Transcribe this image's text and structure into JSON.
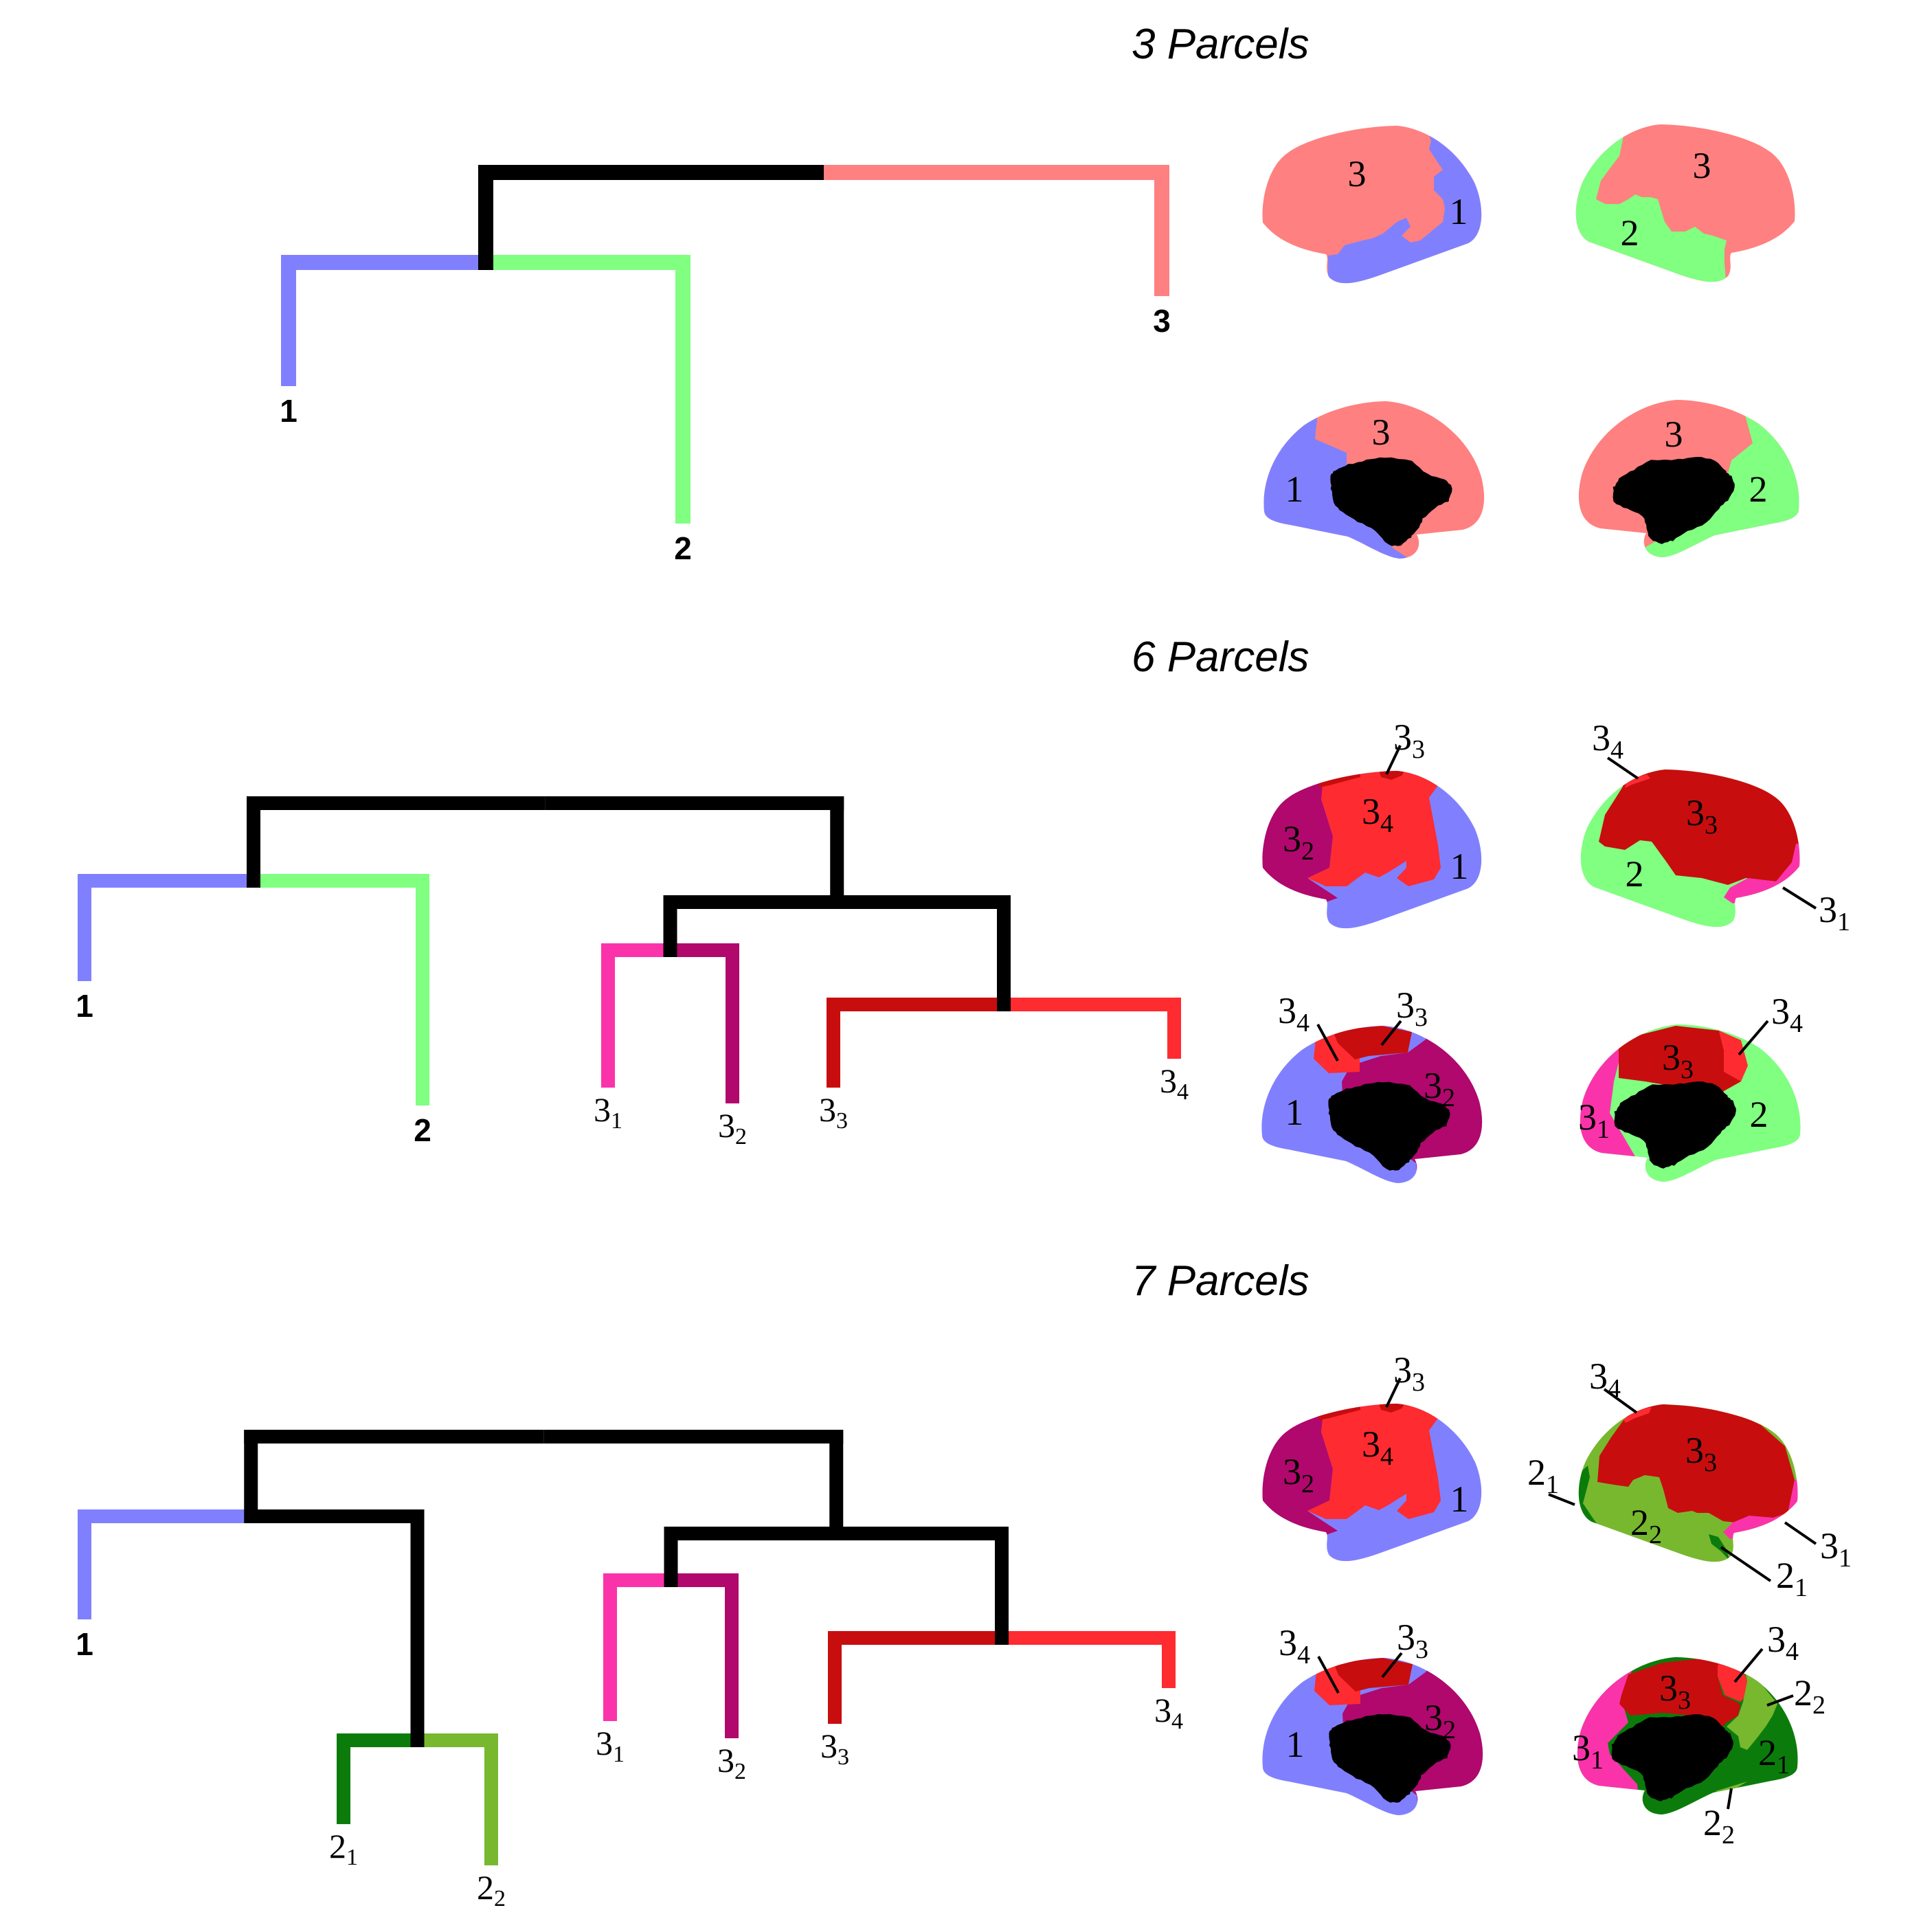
{
  "colors": {
    "1": "#8080ff",
    "2": "#80ff80",
    "3": "#ff8080",
    "2_1": "#0b7c0b",
    "2_2": "#77b82f",
    "3_1": "#fb33ab",
    "3_2": "#b0086c",
    "3_3": "#c80d0f",
    "3_4": "#fe2b30",
    "internal": "#000000",
    "medial_wall": "#000000"
  },
  "sections": [
    {
      "title": "3 Parcels",
      "dendrogram": {
        "height_units": "relative linkage height (unlabelled axis)",
        "leaves": [
          {
            "id": "1",
            "label": "1",
            "sub": "",
            "tip_height": 2.38
          },
          {
            "id": "2",
            "label": "2",
            "sub": "",
            "tip_height": 0.38
          },
          {
            "id": "3",
            "label": "3",
            "sub": "",
            "tip_height": 3.69
          }
        ],
        "merges": [
          {
            "id": "a",
            "children": [
              "1",
              "2"
            ],
            "height": 4.18
          },
          {
            "id": "root",
            "children": [
              "a",
              "3"
            ],
            "height": 5.49
          }
        ]
      },
      "brains": [
        {
          "view": "lateral-left",
          "labels": [
            {
              "text": "3",
              "sub": ""
            },
            {
              "text": "1",
              "sub": ""
            }
          ]
        },
        {
          "view": "lateral-right",
          "labels": [
            {
              "text": "3",
              "sub": ""
            },
            {
              "text": "2",
              "sub": ""
            }
          ]
        },
        {
          "view": "medial-left",
          "labels": [
            {
              "text": "3",
              "sub": ""
            },
            {
              "text": "1",
              "sub": ""
            }
          ]
        },
        {
          "view": "medial-right",
          "labels": [
            {
              "text": "3",
              "sub": ""
            },
            {
              "text": "2",
              "sub": ""
            }
          ]
        }
      ]
    },
    {
      "title": "6 Parcels",
      "dendrogram": {
        "height_units": "relative linkage height (unlabelled axis)",
        "leaves": [
          {
            "id": "1",
            "label": "1",
            "sub": "",
            "tip_height": 2.22
          },
          {
            "id": "2",
            "label": "2",
            "sub": "",
            "tip_height": 0.41
          },
          {
            "id": "3_1",
            "label": "3",
            "sub": "1",
            "tip_height": 0.67
          },
          {
            "id": "3_2",
            "label": "3",
            "sub": "2",
            "tip_height": 0.44
          },
          {
            "id": "3_3",
            "label": "3",
            "sub": "3",
            "tip_height": 0.67
          },
          {
            "id": "3_4",
            "label": "3",
            "sub": "4",
            "tip_height": 1.09
          }
        ],
        "merges": [
          {
            "id": "a",
            "children": [
              "1",
              "2"
            ],
            "height": 3.68
          },
          {
            "id": "b",
            "children": [
              "3_1",
              "3_2"
            ],
            "height": 2.67
          },
          {
            "id": "c",
            "children": [
              "3_3",
              "3_4"
            ],
            "height": 1.88
          },
          {
            "id": "d",
            "children": [
              "b",
              "c"
            ],
            "height": 3.37
          },
          {
            "id": "root",
            "children": [
              "a",
              "d"
            ],
            "height": 4.81
          }
        ]
      },
      "brains": [
        {
          "view": "lateral-left",
          "labels": [
            {
              "text": "3",
              "sub": "3"
            },
            {
              "text": "3",
              "sub": "4"
            },
            {
              "text": "3",
              "sub": "2"
            },
            {
              "text": "1",
              "sub": ""
            }
          ]
        },
        {
          "view": "lateral-right",
          "labels": [
            {
              "text": "3",
              "sub": "4"
            },
            {
              "text": "3",
              "sub": "3"
            },
            {
              "text": "2",
              "sub": ""
            },
            {
              "text": "3",
              "sub": "1"
            }
          ]
        },
        {
          "view": "medial-left",
          "labels": [
            {
              "text": "3",
              "sub": "4"
            },
            {
              "text": "3",
              "sub": "3"
            },
            {
              "text": "3",
              "sub": "2"
            },
            {
              "text": "1",
              "sub": ""
            }
          ]
        },
        {
          "view": "medial-right",
          "labels": [
            {
              "text": "3",
              "sub": "3"
            },
            {
              "text": "3",
              "sub": "4"
            },
            {
              "text": "3",
              "sub": "1"
            },
            {
              "text": "2",
              "sub": ""
            }
          ]
        }
      ]
    },
    {
      "title": "7 Parcels",
      "dendrogram": {
        "height_units": "relative linkage height (unlabelled axis)",
        "leaves": [
          {
            "id": "1",
            "label": "1",
            "sub": "",
            "tip_height": 3.93
          },
          {
            "id": "2_1",
            "label": "2",
            "sub": "1",
            "tip_height": 0.95
          },
          {
            "id": "2_2",
            "label": "2",
            "sub": "2",
            "tip_height": 0.35
          },
          {
            "id": "3_1",
            "label": "3",
            "sub": "1",
            "tip_height": 2.45
          },
          {
            "id": "3_2",
            "label": "3",
            "sub": "2",
            "tip_height": 2.2
          },
          {
            "id": "3_3",
            "label": "3",
            "sub": "3",
            "tip_height": 2.41
          },
          {
            "id": "3_4",
            "label": "3",
            "sub": "4",
            "tip_height": 2.93
          }
        ],
        "merges": [
          {
            "id": "g",
            "children": [
              "2_1",
              "2_2"
            ],
            "height": 2.17
          },
          {
            "id": "a",
            "children": [
              "1",
              "g"
            ],
            "height": 5.43
          },
          {
            "id": "b",
            "children": [
              "3_1",
              "3_2"
            ],
            "height": 4.5
          },
          {
            "id": "c",
            "children": [
              "3_3",
              "3_4"
            ],
            "height": 3.66
          },
          {
            "id": "d",
            "children": [
              "b",
              "c"
            ],
            "height": 5.18
          },
          {
            "id": "root",
            "children": [
              "a",
              "d"
            ],
            "height": 6.59
          }
        ]
      },
      "brains": [
        {
          "view": "lateral-left",
          "labels": [
            {
              "text": "3",
              "sub": "3"
            },
            {
              "text": "3",
              "sub": "4"
            },
            {
              "text": "3",
              "sub": "2"
            },
            {
              "text": "1",
              "sub": ""
            }
          ]
        },
        {
          "view": "lateral-right",
          "labels": [
            {
              "text": "3",
              "sub": "4"
            },
            {
              "text": "2",
              "sub": "1"
            },
            {
              "text": "3",
              "sub": "3"
            },
            {
              "text": "2",
              "sub": "2"
            },
            {
              "text": "3",
              "sub": "1"
            },
            {
              "text": "2",
              "sub": "1"
            }
          ]
        },
        {
          "view": "medial-left",
          "labels": [
            {
              "text": "3",
              "sub": "4"
            },
            {
              "text": "3",
              "sub": "3"
            },
            {
              "text": "3",
              "sub": "2"
            },
            {
              "text": "1",
              "sub": ""
            }
          ]
        },
        {
          "view": "medial-right",
          "labels": [
            {
              "text": "3",
              "sub": "3"
            },
            {
              "text": "3",
              "sub": "4"
            },
            {
              "text": "2",
              "sub": "2"
            },
            {
              "text": "2",
              "sub": "1"
            },
            {
              "text": "3",
              "sub": "1"
            },
            {
              "text": "2",
              "sub": "2"
            }
          ]
        }
      ]
    }
  ]
}
